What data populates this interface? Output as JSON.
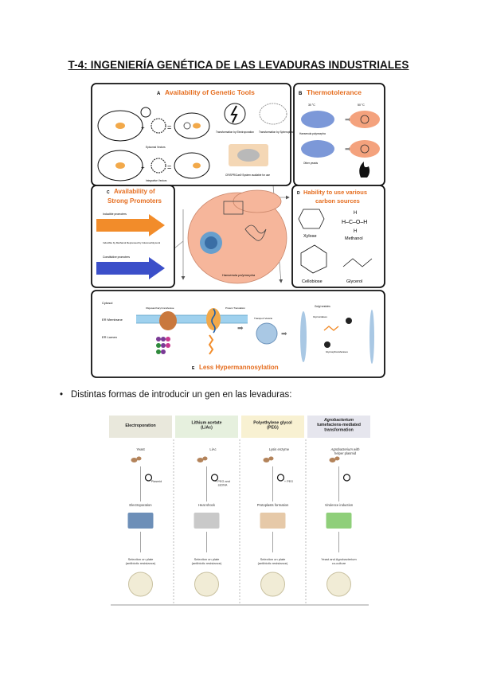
{
  "title": "T-4: INGENIERÍA GENÉTICA DE LAS LEVADURAS INDUSTRIALES",
  "figure1": {
    "panelA": {
      "letter": "A",
      "title": "Availability of Genetic Tools",
      "episomal": "Episomal Vectors",
      "integrative": "Integrative Vectors",
      "electro": "Transformation by Electroporation",
      "sphero": "Transformation by Spheroplasts",
      "crispr": "CRISPR/Cas9 System available for use"
    },
    "panelB": {
      "letter": "B",
      "title": "Thermotolerance",
      "temp1": "30 °C",
      "temp2": "50 °C",
      "hp": "Hansenula polymorpha",
      "other": "Other yeasts"
    },
    "panelC": {
      "letter": "C",
      "title1": "Availability of",
      "title2": "Strong Promoters",
      "inducible": "Inducible promoters",
      "induced": "Inducible by Methanol Repressed by Glucose/Glycerol",
      "constitutive": "Constitutive promoters"
    },
    "center": {
      "label": "Hansenula polymorpha"
    },
    "panelD": {
      "letter": "D",
      "title1": "Hability to use various",
      "title2": "carbon sources",
      "xylose": "Xylose",
      "methanol": "Methanol",
      "cellobiose": "Cellobiose",
      "glycerol": "Glycerol"
    },
    "panelE": {
      "letter": "E",
      "title": "Less Hypermannosylation",
      "cytosol": "Cytosol",
      "er_membrane": "ER Membrane",
      "er_lumen": "ER Lumen",
      "ost": "Oligosaccharyl transferase",
      "translation": "Protein Translation",
      "vesicle": "Transport Vesicle",
      "golgi": "Golgi vesicles",
      "glycosidases": "Glycosidases",
      "glycosyl": "Glycosyltransferases"
    }
  },
  "bullet": {
    "symbol": "•",
    "text": "Distintas formas de introducir un gen en las levaduras:"
  },
  "figure2": {
    "columns": [
      {
        "header": [
          "Electroporation"
        ],
        "color": "#e9e8dc",
        "step1": "Yeast",
        "step2": "Plasmid",
        "step3": "Electroporation",
        "step4": [
          "Selection on plate",
          "(antibiotic resistance)"
        ]
      },
      {
        "header": [
          "Lithium acetate",
          "(LiAc)"
        ],
        "color": "#e6f0de",
        "step1": "LiAc",
        "step2": [
          "+ PEG and",
          "ssDNA"
        ],
        "step3": "Heat shock",
        "step4": [
          "Selection on plate",
          "(antibiotic resistance)"
        ]
      },
      {
        "header": [
          "Polyethylene glycol",
          "(PEG)"
        ],
        "color": "#f8f1d2",
        "step1": "Lysis enzyme",
        "step2": "+ PEG",
        "step3": "Protoplasts formation",
        "step4": [
          "Selection on plate",
          "(antibiotic resistance)"
        ]
      },
      {
        "header": [
          "Agrobacterium",
          "tumefaciens-mediated",
          "transformation"
        ],
        "color": "#e6e6ee",
        "step1": [
          "Agrobacterium with",
          "helper plasmid"
        ],
        "step3": "Virulence induction",
        "step4": [
          "Yeast and Agrobacterium",
          "co-culture"
        ]
      }
    ]
  }
}
